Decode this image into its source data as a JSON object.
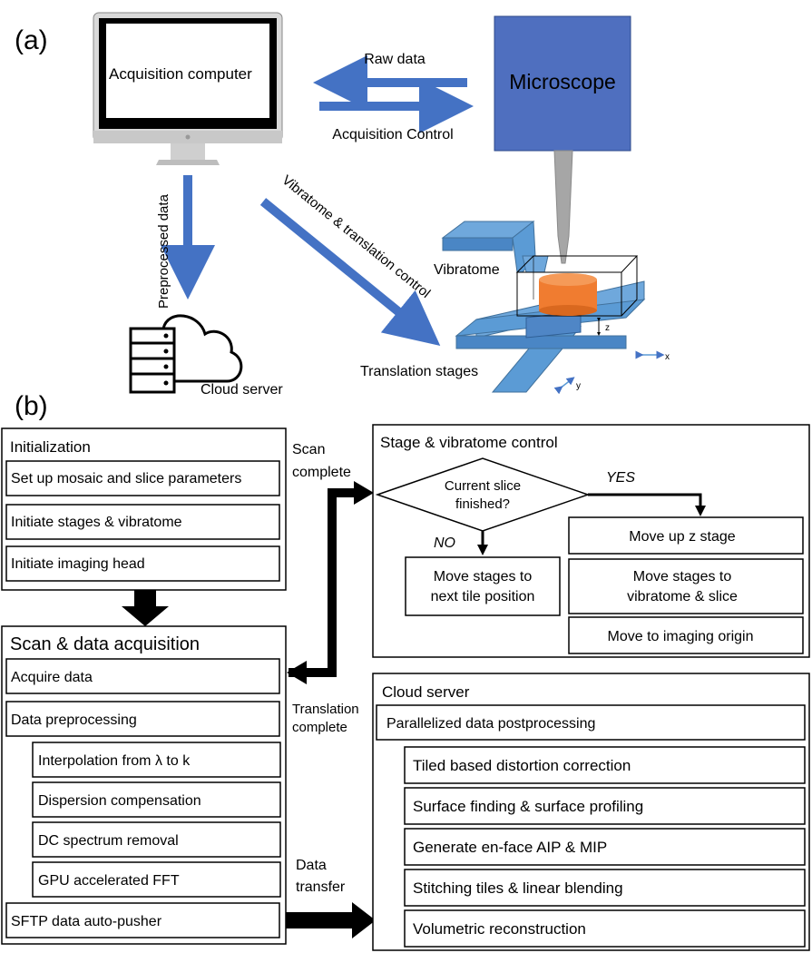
{
  "panel_a": {
    "label": "(a)",
    "computer_label": "Acquisition computer",
    "microscope_label": "Microscope",
    "raw_data": "Raw data",
    "acquisition_control": "Acquisition Control",
    "preprocessed_data": "Preprocessed data",
    "vibratome_translation_control": "Vibratome & translation control",
    "vibratome": "Vibratome",
    "translation_stages": "Translation stages",
    "cloud_server": "Cloud server",
    "axis_x": "x",
    "axis_y": "y",
    "axis_z": "z"
  },
  "panel_b": {
    "label": "(b)",
    "initialization": {
      "title": "Initialization",
      "items": [
        "Set up mosaic and slice parameters",
        "Initiate stages & vibratome",
        "Initiate imaging head"
      ]
    },
    "scan": {
      "title": "Scan & data acquisition",
      "acquire": "Acquire data",
      "preprocessing": "Data preprocessing",
      "sub_interp": "Interpolation from λ to k",
      "sub_items": [
        "Dispersion compensation",
        "DC spectrum removal",
        "GPU accelerated FFT"
      ],
      "pusher": "SFTP data auto-pusher"
    },
    "stage": {
      "title": "Stage & vibratome control",
      "decision_line1": "Current slice",
      "decision_line2": "finished?",
      "yes": "YES",
      "no": "NO",
      "no_box_line1": "Move stages to",
      "no_box_line2": "next tile position",
      "yes_items": [
        "Move up z stage",
        "Move stages to|vibratome & slice",
        "Move to imaging origin"
      ]
    },
    "cloud": {
      "title": "Cloud server",
      "parallel": "Parallelized data postprocessing",
      "items": [
        "Tiled based distortion correction",
        "Surface finding & surface profiling",
        "Generate en-face AIP & MIP",
        "Stitching tiles & linear blending",
        "Volumetric reconstruction"
      ]
    },
    "scan_complete_1": "Scan",
    "scan_complete_2": "complete",
    "translation_complete_1": "Translation",
    "translation_complete_2": "complete",
    "data_transfer_1": "Data",
    "data_transfer_2": "transfer"
  },
  "colors": {
    "arrow_blue": "#4472c4",
    "microscope_blue": "#4f6fbf",
    "stage_blue": "#5b9bd5",
    "sample_orange": "#f07c30"
  }
}
